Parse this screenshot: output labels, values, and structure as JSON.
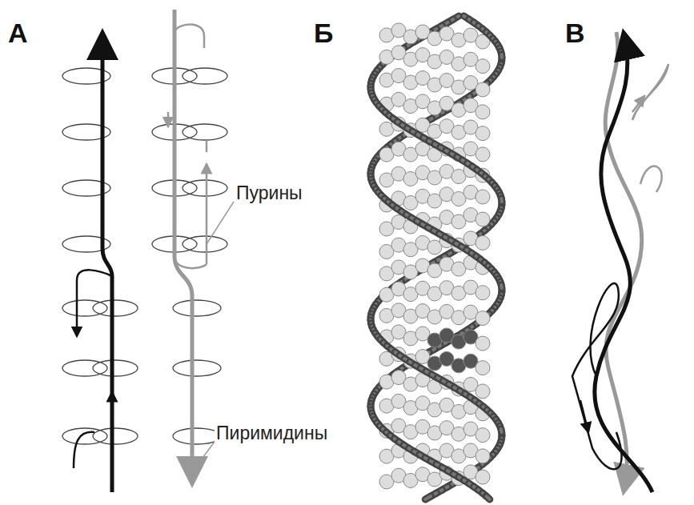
{
  "diagram": {
    "labels": [
      "А",
      "Б",
      "В",
      "Пурины",
      "Пиримидины"
    ]
  }
}
